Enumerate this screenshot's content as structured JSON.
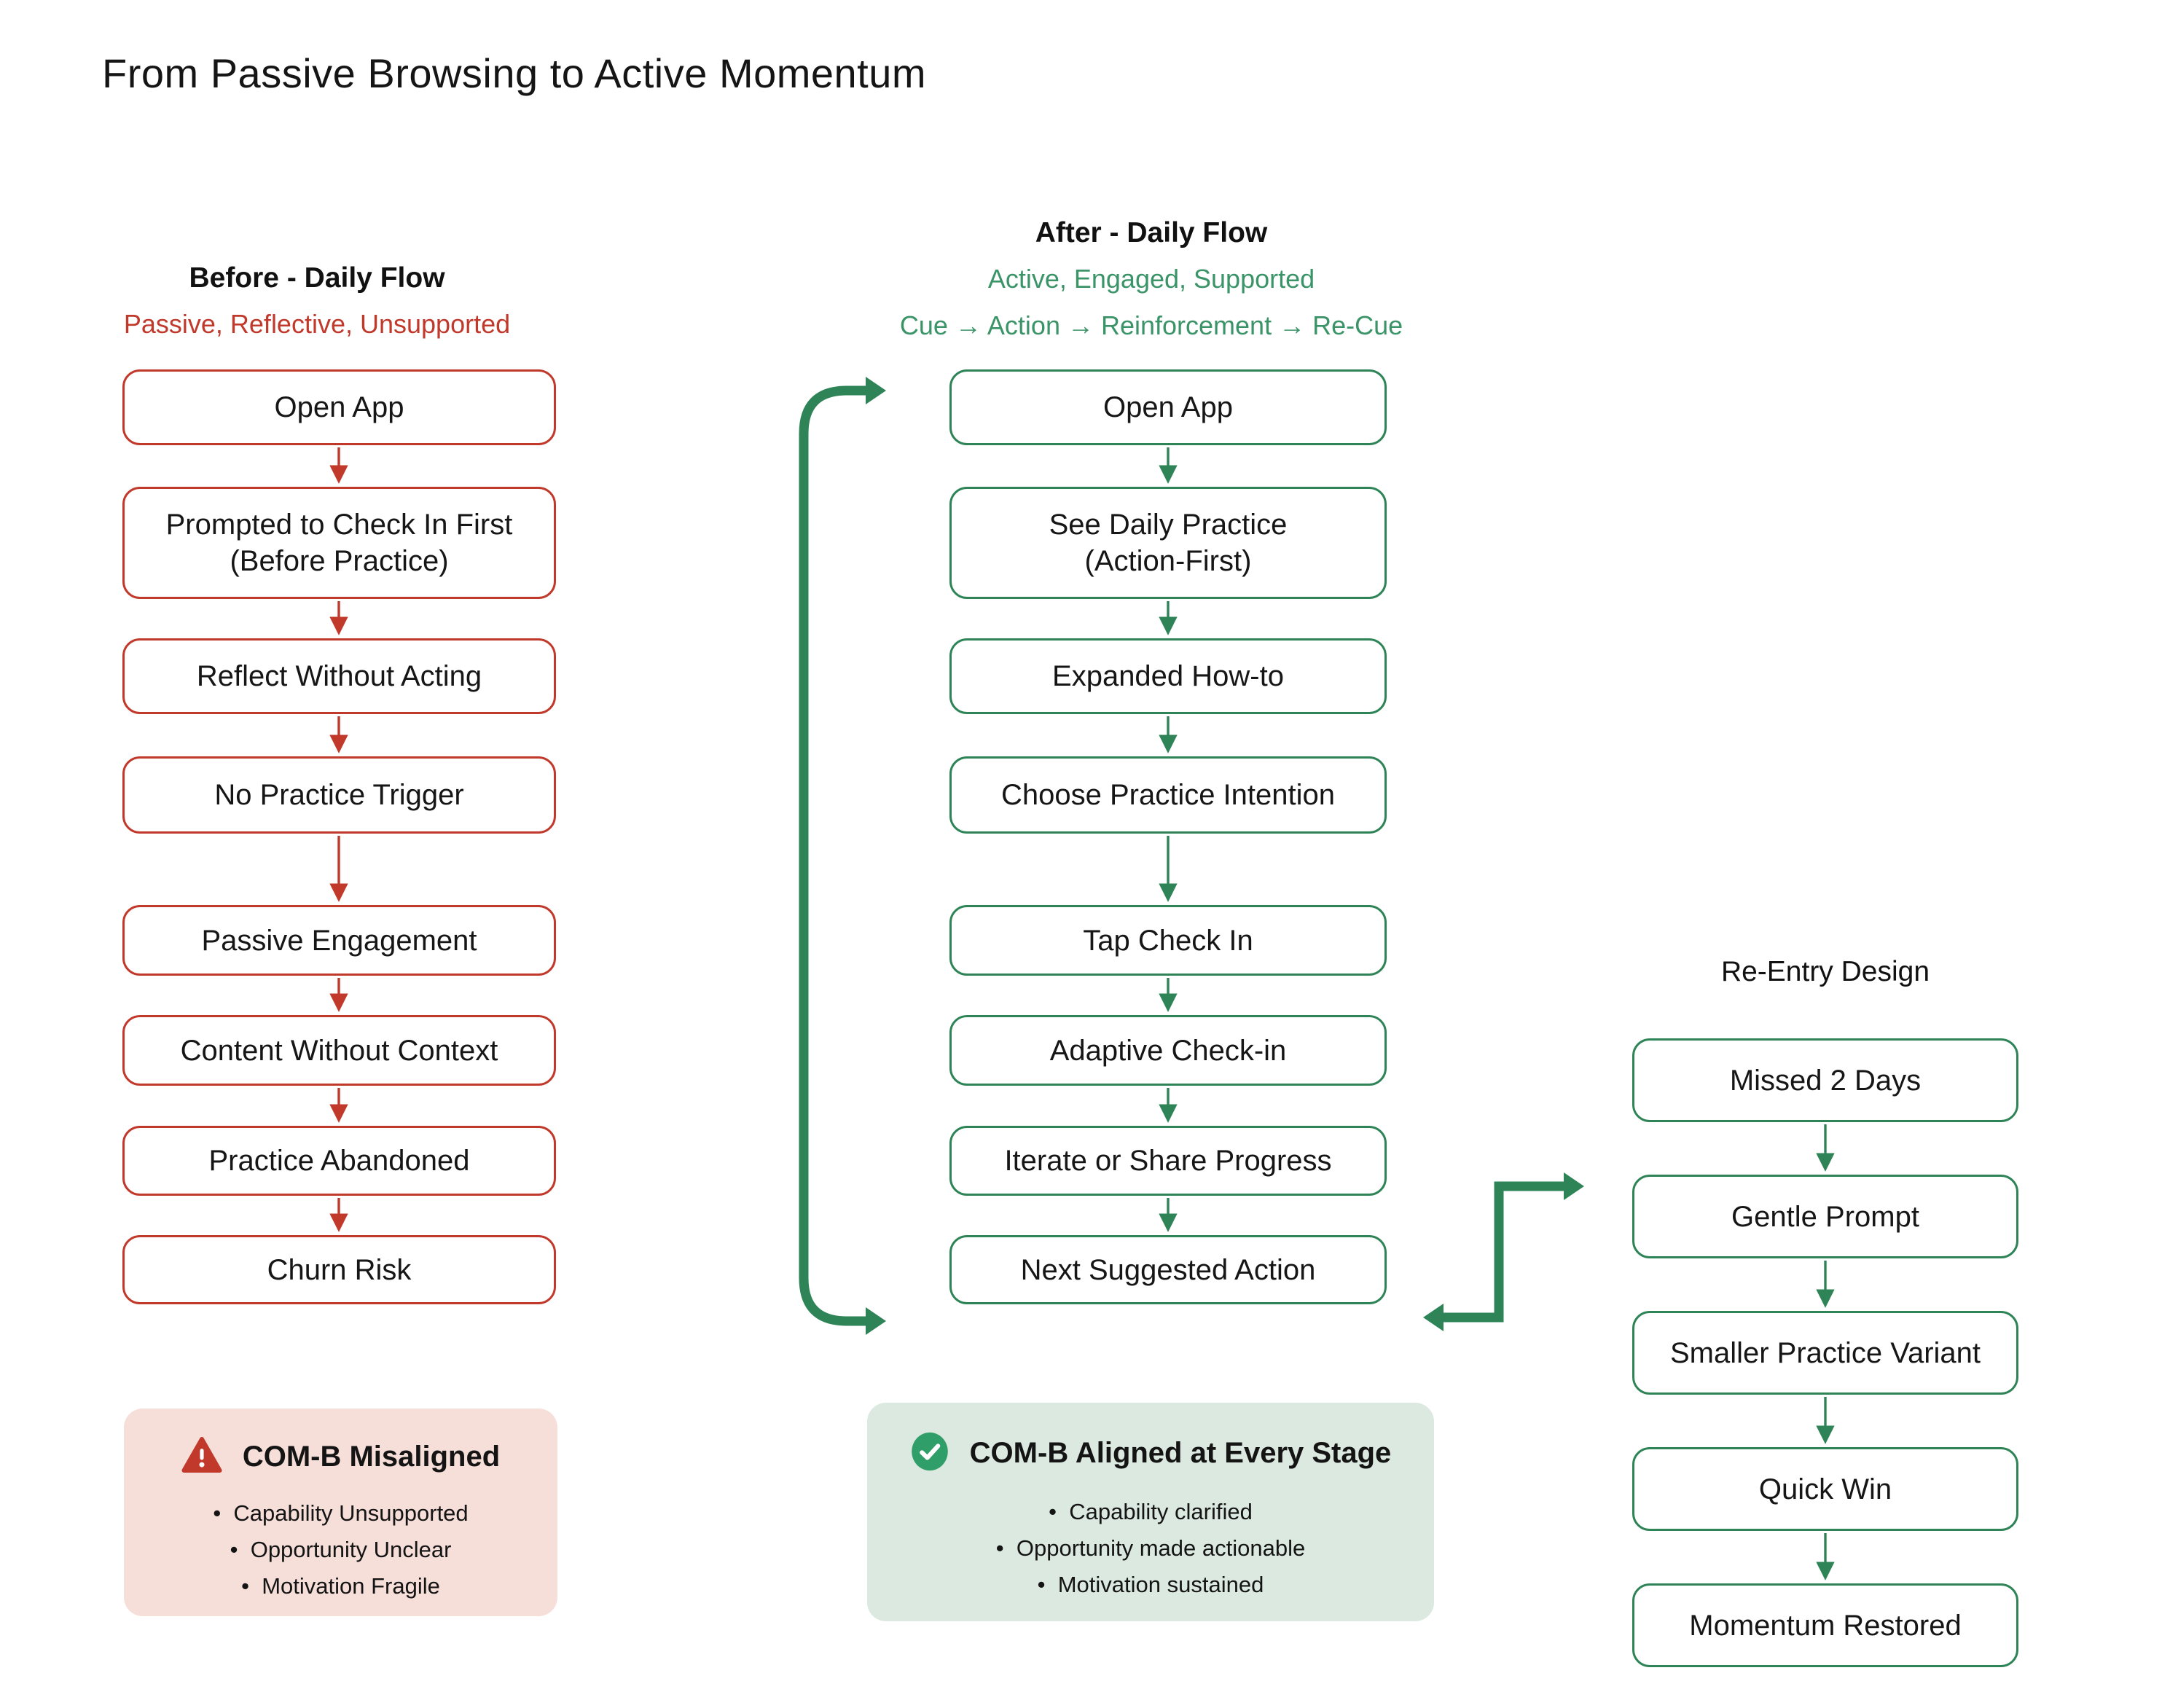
{
  "title": "From Passive Browsing to Active Momentum",
  "colors": {
    "red": "#c0392b",
    "red_bg": "#f6ded9",
    "green": "#2e8457",
    "green_text": "#3a9468",
    "green_bg": "#dbe9e0",
    "check_green": "#2f9e68"
  },
  "before": {
    "header": "Before - Daily Flow",
    "subheader": "Passive, Reflective, Unsupported",
    "steps": [
      "Open App",
      "Prompted to Check In First\n(Before Practice)",
      "Reflect Without Acting",
      "No Practice Trigger",
      "Passive Engagement",
      "Content Without Context",
      "Practice Abandoned",
      "Churn Risk"
    ],
    "callout": {
      "icon": "warning-triangle",
      "title": "COM-B Misaligned",
      "bullets": [
        "Capability Unsupported",
        "Opportunity Unclear",
        "Motivation Fragile"
      ]
    }
  },
  "after": {
    "header": "After - Daily Flow",
    "subheader": "Active, Engaged, Supported",
    "flow_label": "Cue → Action → Reinforcement → Re-Cue",
    "steps": [
      "Open App",
      "See Daily Practice\n(Action-First)",
      "Expanded How-to",
      "Choose Practice Intention",
      "Tap Check In",
      "Adaptive Check-in",
      "Iterate or Share Progress",
      "Next Suggested Action"
    ],
    "callout": {
      "icon": "check-circle",
      "title": "COM-B Aligned at Every Stage",
      "bullets": [
        "Capability clarified",
        "Opportunity made actionable",
        "Motivation sustained"
      ]
    }
  },
  "reentry": {
    "header": "Re-Entry Design",
    "steps": [
      "Missed 2 Days",
      "Gentle Prompt",
      "Smaller Practice Variant",
      "Quick Win",
      "Momentum Restored"
    ]
  }
}
